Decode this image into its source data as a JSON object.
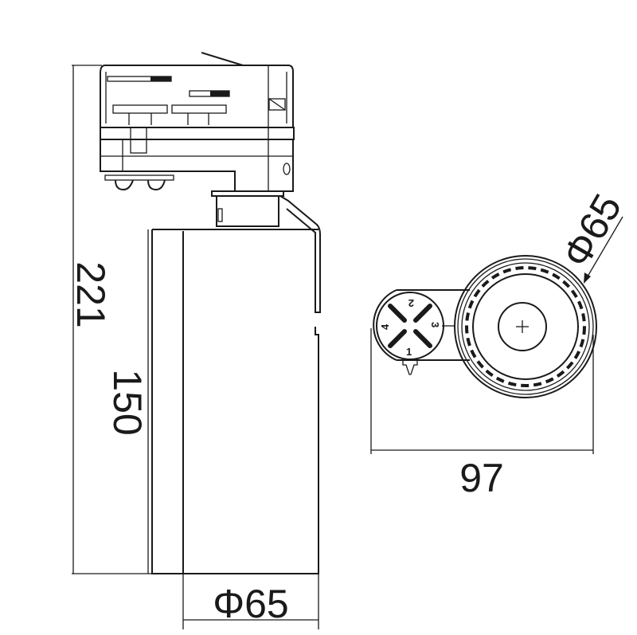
{
  "dimensions": {
    "total_height": "221",
    "body_height": "150",
    "body_diameter": "Φ65",
    "head_diameter": "Φ65",
    "total_width": "97"
  },
  "dial_labels": [
    "1",
    "2",
    "3",
    "4"
  ],
  "colors": {
    "line": "#1a1a1a",
    "background": "#ffffff"
  }
}
